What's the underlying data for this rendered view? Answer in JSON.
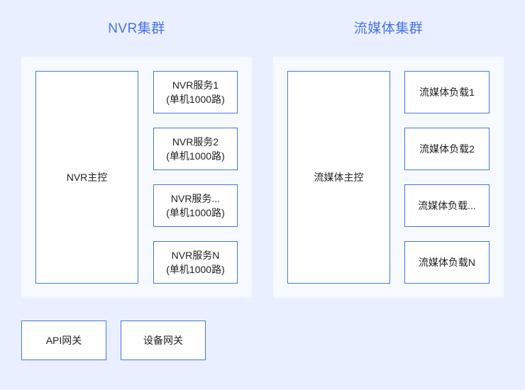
{
  "page": {
    "background_color": "#eaefff",
    "panel_color": "#f6f9fe",
    "node_border_color": "#4674e8",
    "title_color": "#4674e8",
    "node_text_color": "#222222"
  },
  "clusters": [
    {
      "id": "nvr",
      "title": "NVR集群",
      "master": {
        "label": "NVR主控"
      },
      "services": [
        {
          "line1": "NVR服务1",
          "line2": "(单机1000路)"
        },
        {
          "line1": "NVR服务2",
          "line2": "(单机1000路)"
        },
        {
          "line1": "NVR服务...",
          "line2": "(单机1000路)"
        },
        {
          "line1": "NVR服务N",
          "line2": "(单机1000路)"
        }
      ]
    },
    {
      "id": "media",
      "title": "流媒体集群",
      "master": {
        "label": "流媒体主控"
      },
      "services": [
        {
          "line1": "流媒体负载1",
          "line2": ""
        },
        {
          "line1": "流媒体负载2",
          "line2": ""
        },
        {
          "line1": "流媒体负载...",
          "line2": ""
        },
        {
          "line1": "流媒体负载N",
          "line2": ""
        }
      ]
    }
  ],
  "gateways": [
    {
      "label": "API网关"
    },
    {
      "label": "设备网关"
    }
  ]
}
